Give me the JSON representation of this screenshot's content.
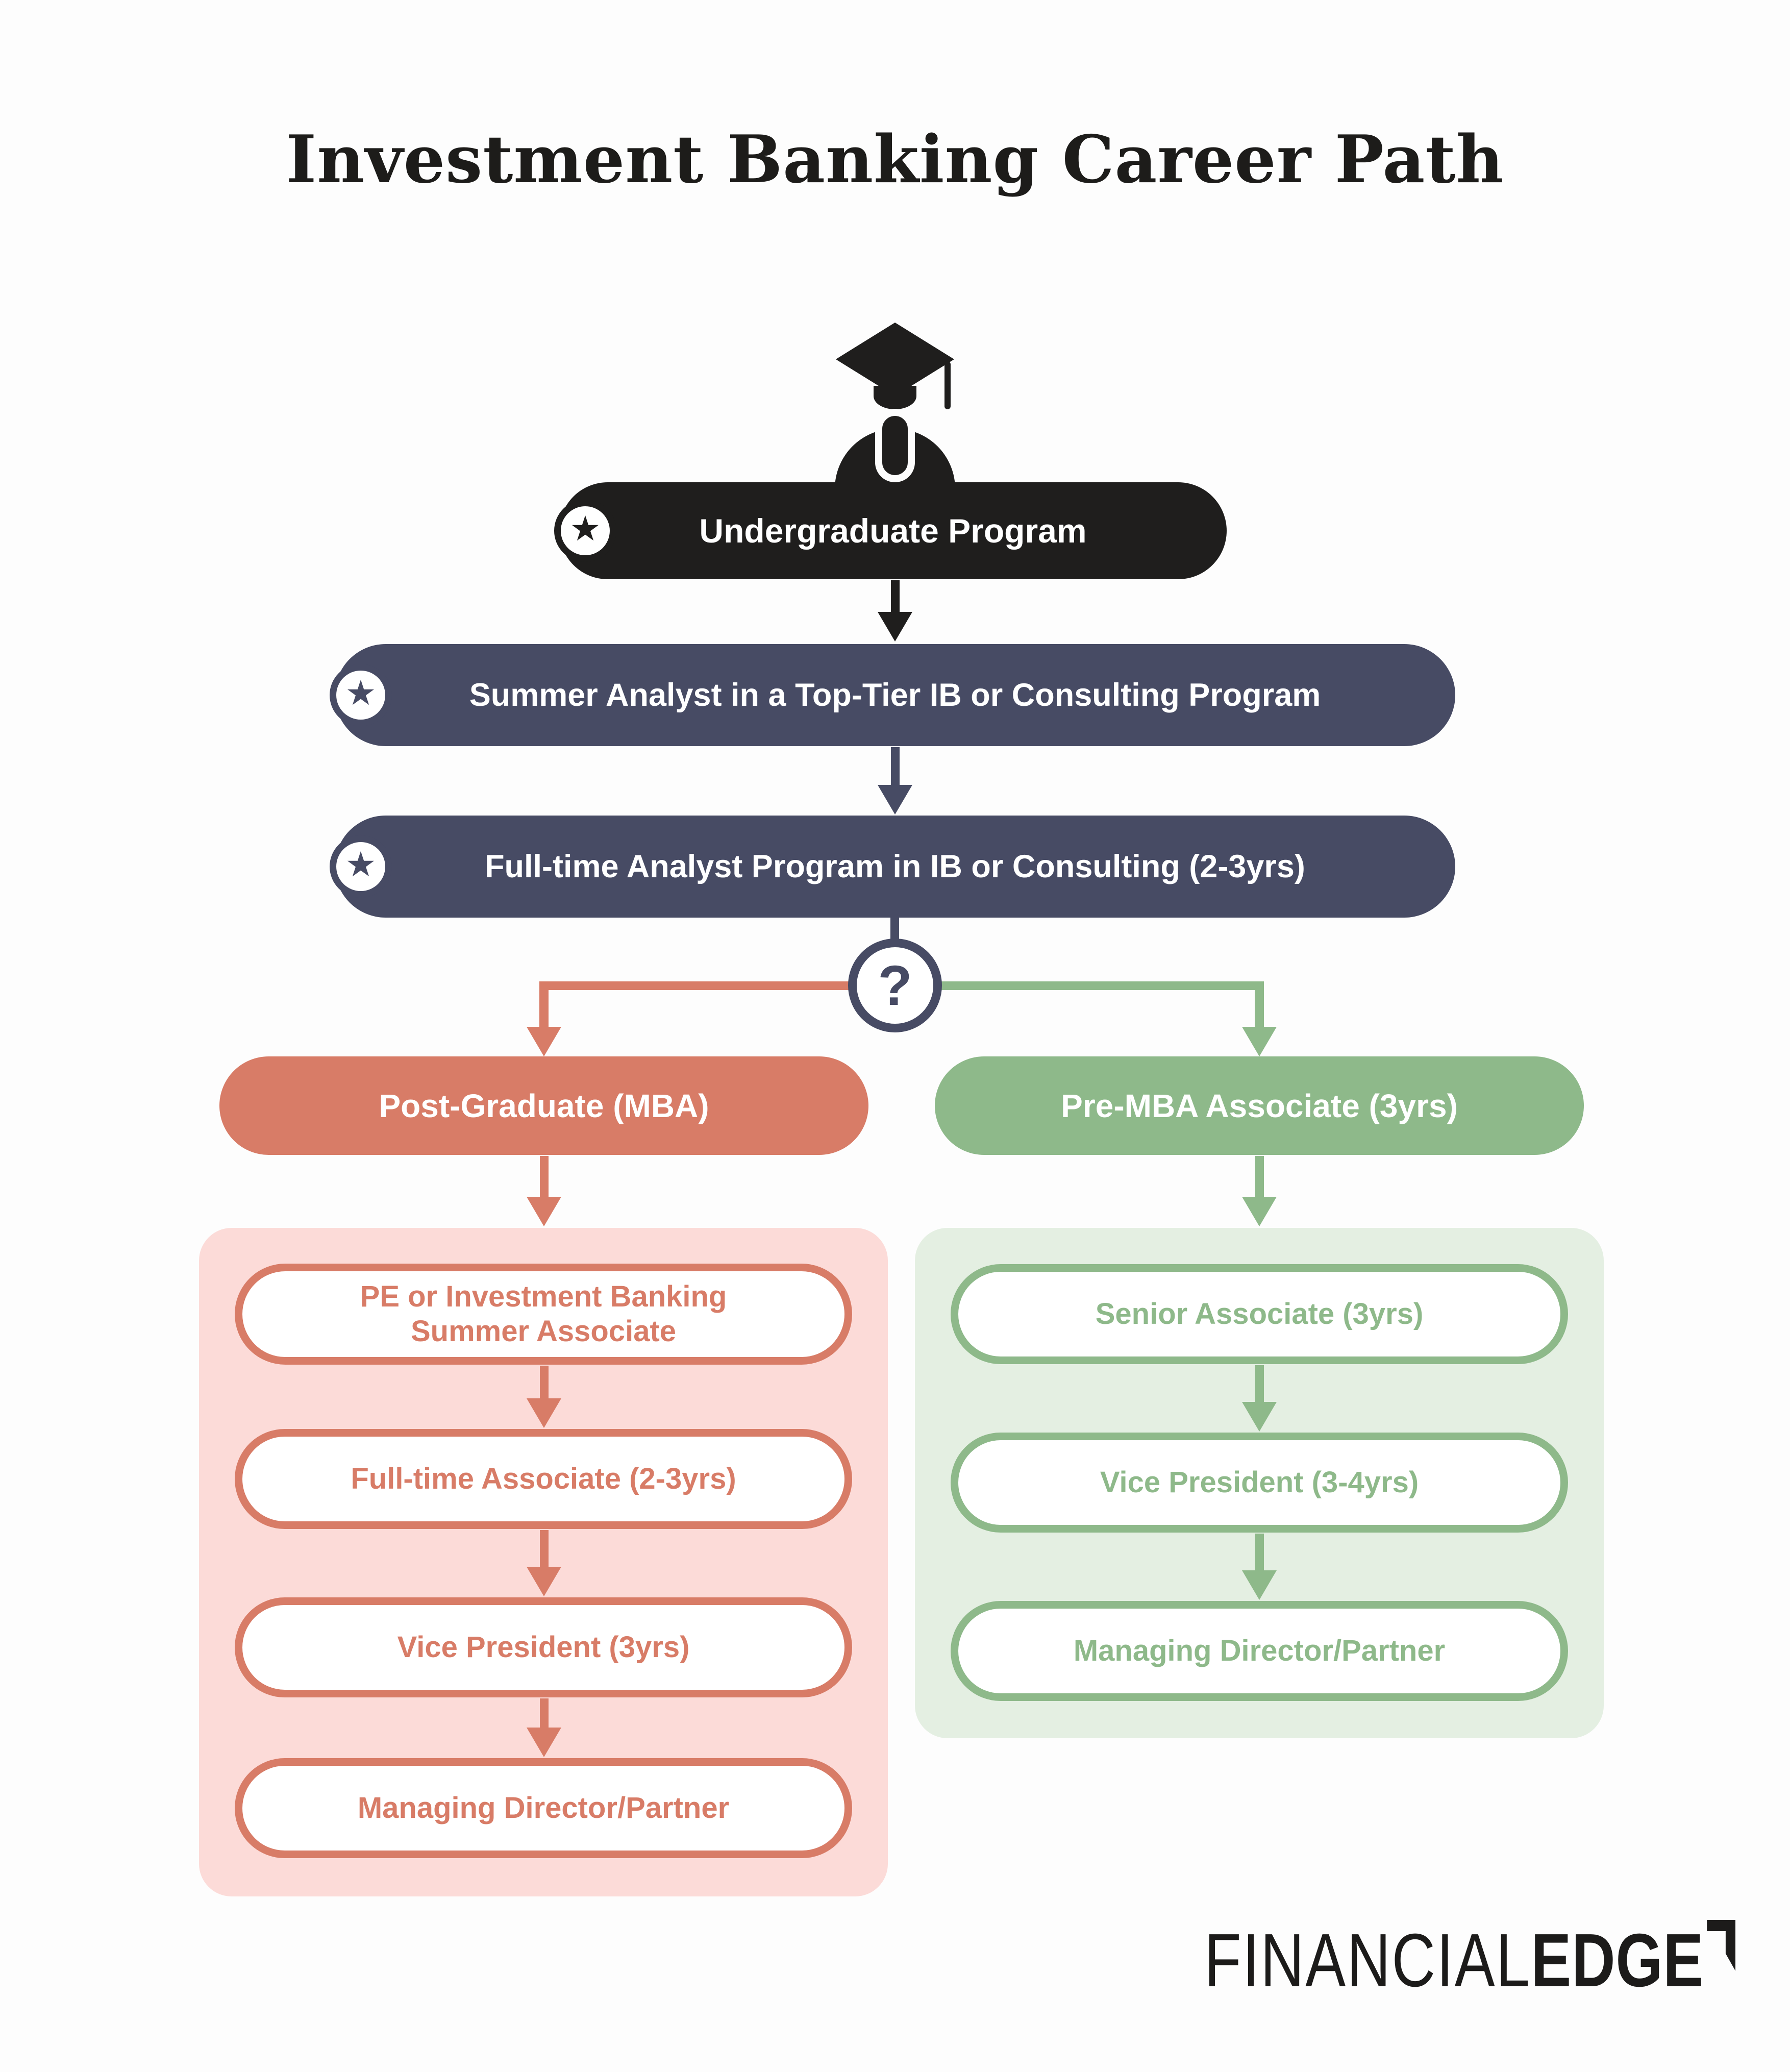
{
  "title": "Investment Banking Career Path",
  "colors": {
    "black": "#1f1e1d",
    "navy": "#474b64",
    "salmon": "#d87c67",
    "salmon_light": "#fcdbd8",
    "green": "#8eb98a",
    "green_light": "#e4efe2"
  },
  "icons": {
    "star": "★",
    "graduate": "graduate-cap-person"
  },
  "flow": {
    "step1": "Undergraduate Program",
    "step2": "Summer Analyst in a Top-Tier IB or Consulting Program",
    "step3": "Full-time Analyst Program in IB or Consulting (2-3yrs)",
    "decision": "?"
  },
  "left_path": {
    "header": "Post-Graduate (MBA)",
    "items": [
      "PE or Investment Banking Summer Associate",
      "Full-time Associate (2-3yrs)",
      "Vice President (3yrs)",
      "Managing Director/Partner"
    ]
  },
  "right_path": {
    "header": "Pre-MBA Associate (3yrs)",
    "items": [
      "Senior Associate (3yrs)",
      "Vice President (3-4yrs)",
      "Managing Director/Partner"
    ]
  },
  "logo": {
    "part1": "FINANCIAL",
    "part2": "EDGE"
  }
}
